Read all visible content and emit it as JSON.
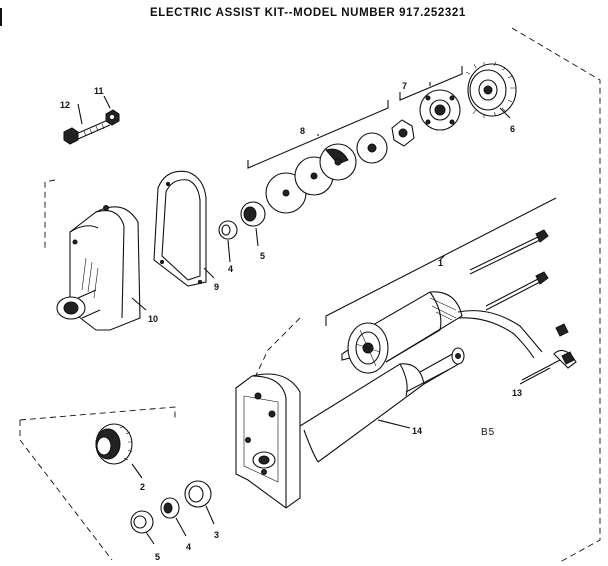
{
  "title": "ELECTRIC ASSIST KIT--MODEL NUMBER 917.252321",
  "diagram_code": "B5",
  "callouts": {
    "part_1": "1",
    "part_2": "2",
    "part_3": "3",
    "part_4_upper": "4",
    "part_4_lower": "4",
    "part_5_upper": "5",
    "part_5_lower": "5",
    "part_6": "6",
    "part_7": "7",
    "part_8": "8",
    "part_9": "9",
    "part_10": "10",
    "part_11": "11",
    "part_12": "12",
    "part_13": "13",
    "part_14": "14"
  }
}
